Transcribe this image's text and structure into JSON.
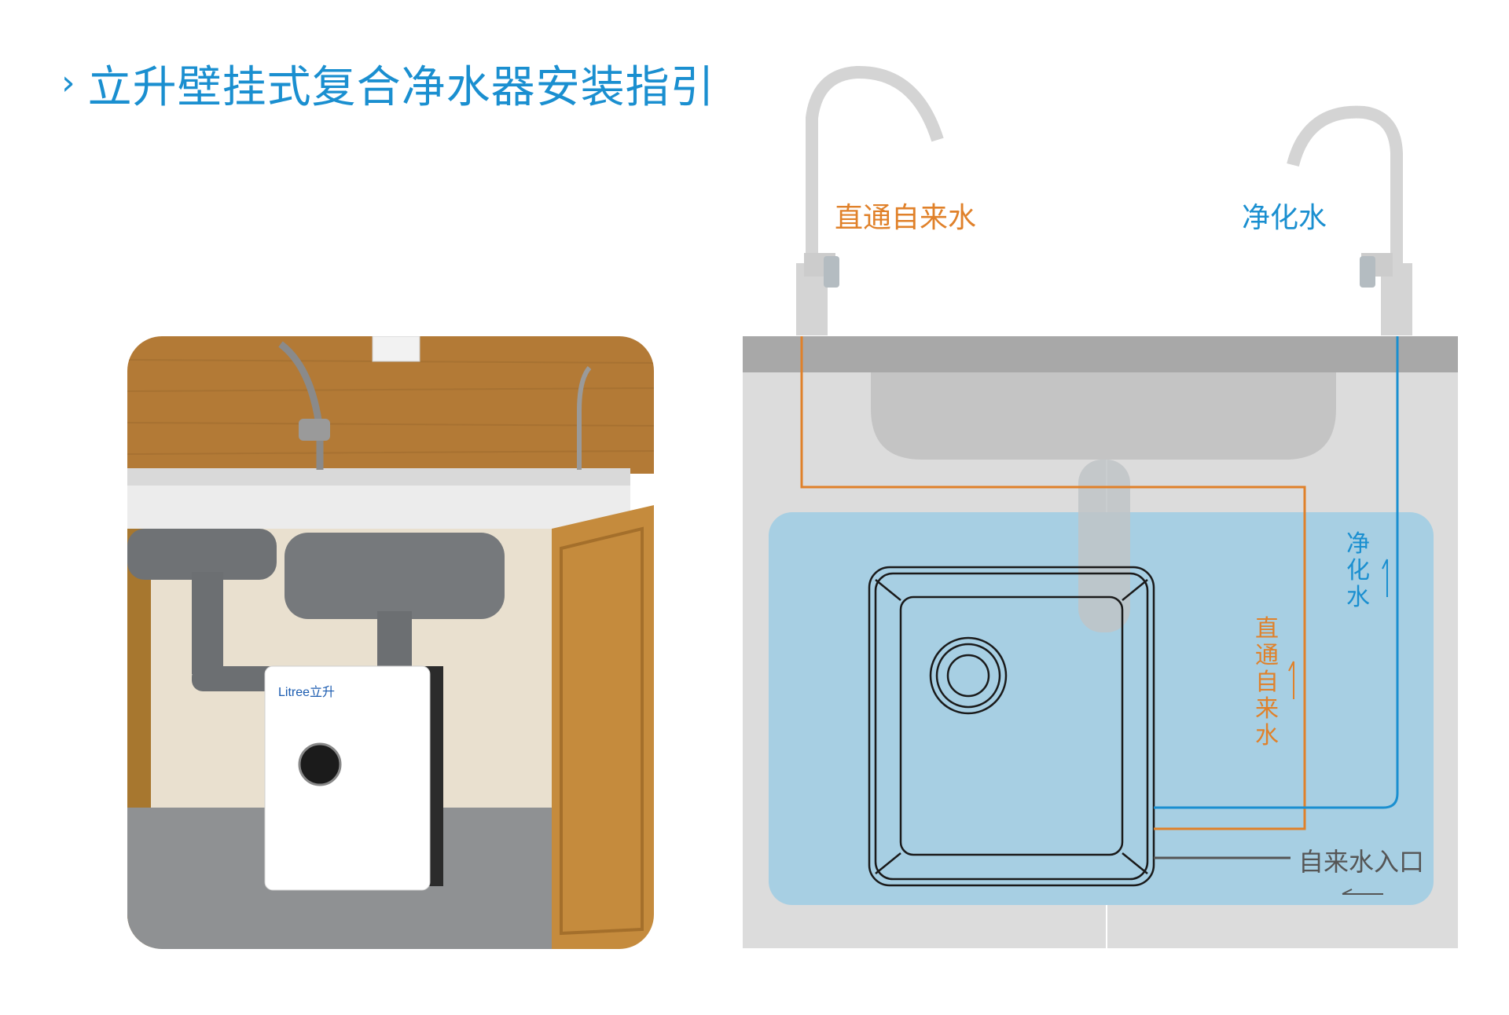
{
  "title": {
    "text": "立升壁挂式复合净水器安装指引",
    "chevron": "›"
  },
  "photo": {
    "brand_text": "Litree立升"
  },
  "diagram": {
    "labels": {
      "tap_water_faucet": "直通自来水",
      "purified_water_faucet": "净化水",
      "purified_water_line": "净化水",
      "tap_water_line": "直通自来水",
      "inlet": "自来水入口"
    },
    "colors": {
      "accent_blue": "#1a8fd0",
      "tap_orange": "#e0812a",
      "zone_blue": "#a7cfe3",
      "cabinet_grey": "#dcdcdc"
    }
  }
}
